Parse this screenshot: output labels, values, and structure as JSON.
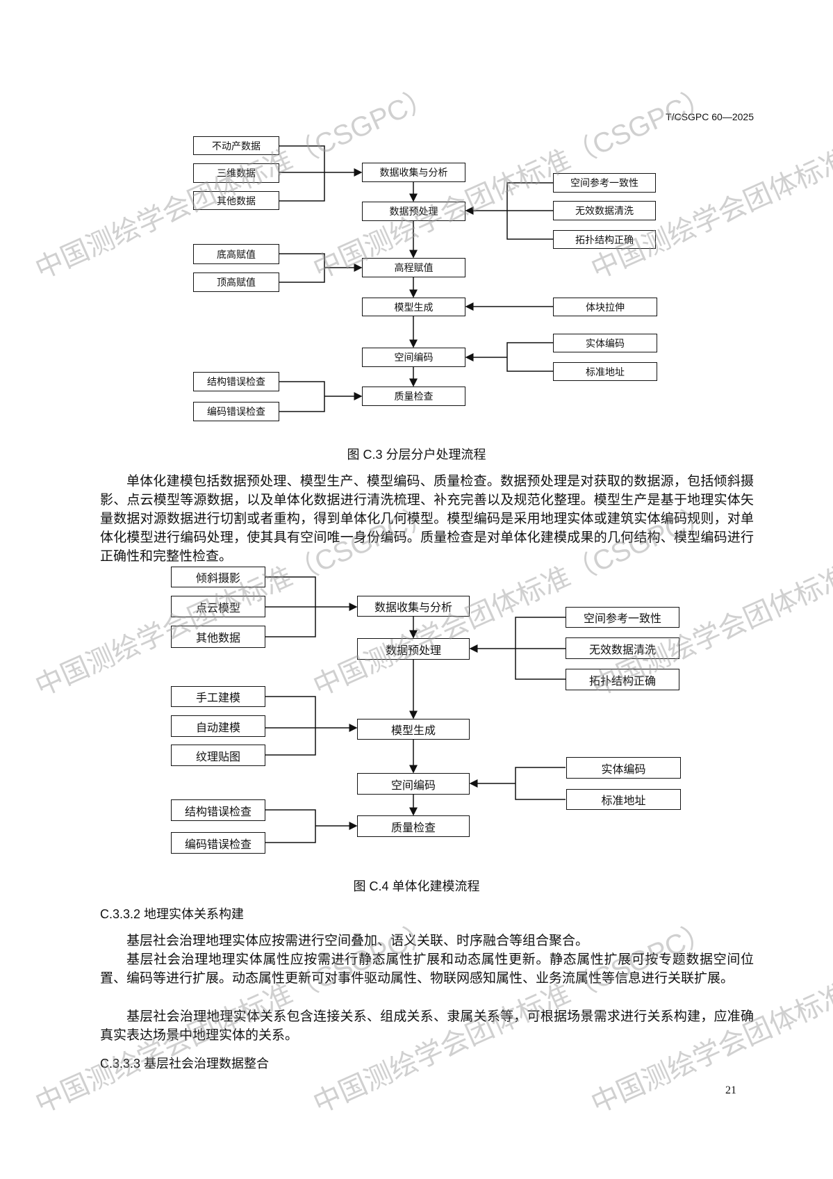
{
  "header": {
    "standard_code": "T/CSGPC 60—2025"
  },
  "figure_c3": {
    "caption": "图 C.3 分层分户处理流程",
    "inputs_top": [
      "不动产数据",
      "三维数据",
      "其他数据"
    ],
    "collect": "数据收集与分析",
    "preprocess": "数据预处理",
    "preprocess_inputs": [
      "空间参考一致性",
      "无效数据清洗",
      "拓扑结构正确"
    ],
    "elevation_inputs": [
      "底高赋值",
      "顶高赋值"
    ],
    "elevation": "高程赋值",
    "model": "模型生成",
    "model_input": "体块拉伸",
    "coding": "空间编码",
    "coding_inputs": [
      "实体编码",
      "标准地址"
    ],
    "qc_inputs": [
      "结构错误检查",
      "编码错误检查"
    ],
    "qc": "质量检查"
  },
  "paragraph_1": "单体化建模包括数据预处理、模型生产、模型编码、质量检查。数据预处理是对获取的数据源，包括倾斜摄影、点云模型等源数据，以及单体化数据进行清洗梳理、补充完善以及规范化整理。模型生产是基于地理实体矢量数据对源数据进行切割或者重构，得到单体化几何模型。模型编码是采用地理实体或建筑实体编码规则，对单体化模型进行编码处理，使其具有空间唯一身份编码。质量检查是对单体化建模成果的几何结构、模型编码进行正确性和完整性检查。",
  "figure_c4": {
    "caption": "图 C.4 单体化建模流程",
    "inputs_top": [
      "倾斜摄影",
      "点云模型",
      "其他数据"
    ],
    "collect": "数据收集与分析",
    "preprocess": "数据预处理",
    "preprocess_inputs": [
      "空间参考一致性",
      "无效数据清洗",
      "拓扑结构正确"
    ],
    "model_inputs": [
      "手工建模",
      "自动建模",
      "纹理贴图"
    ],
    "model": "模型生成",
    "coding": "空间编码",
    "coding_inputs": [
      "实体编码",
      "标准地址"
    ],
    "qc_inputs": [
      "结构错误检查",
      "编码错误检查"
    ],
    "qc": "质量检查"
  },
  "section_c332": {
    "heading": "C.3.3.2 地理实体关系构建",
    "paragraphs": [
      "基层社会治理地理实体应按需进行空间叠加、语义关联、时序融合等组合聚合。",
      "基层社会治理地理实体属性应按需进行静态属性扩展和动态属性更新。静态属性扩展可按专题数据空间位置、编码等进行扩展。动态属性更新可对事件驱动属性、物联网感知属性、业务流属性等信息进行关联扩展。",
      "基层社会治理地理实体关系包含连接关系、组成关系、隶属关系等，可根据场景需求进行关系构建，应准确真实表达场景中地理实体的关系。"
    ]
  },
  "section_c333": {
    "heading": "C.3.3.3 基层社会治理数据整合"
  },
  "page_number": "21",
  "watermark": {
    "text": "中国测绘学会团体标准（CSGPC）"
  }
}
